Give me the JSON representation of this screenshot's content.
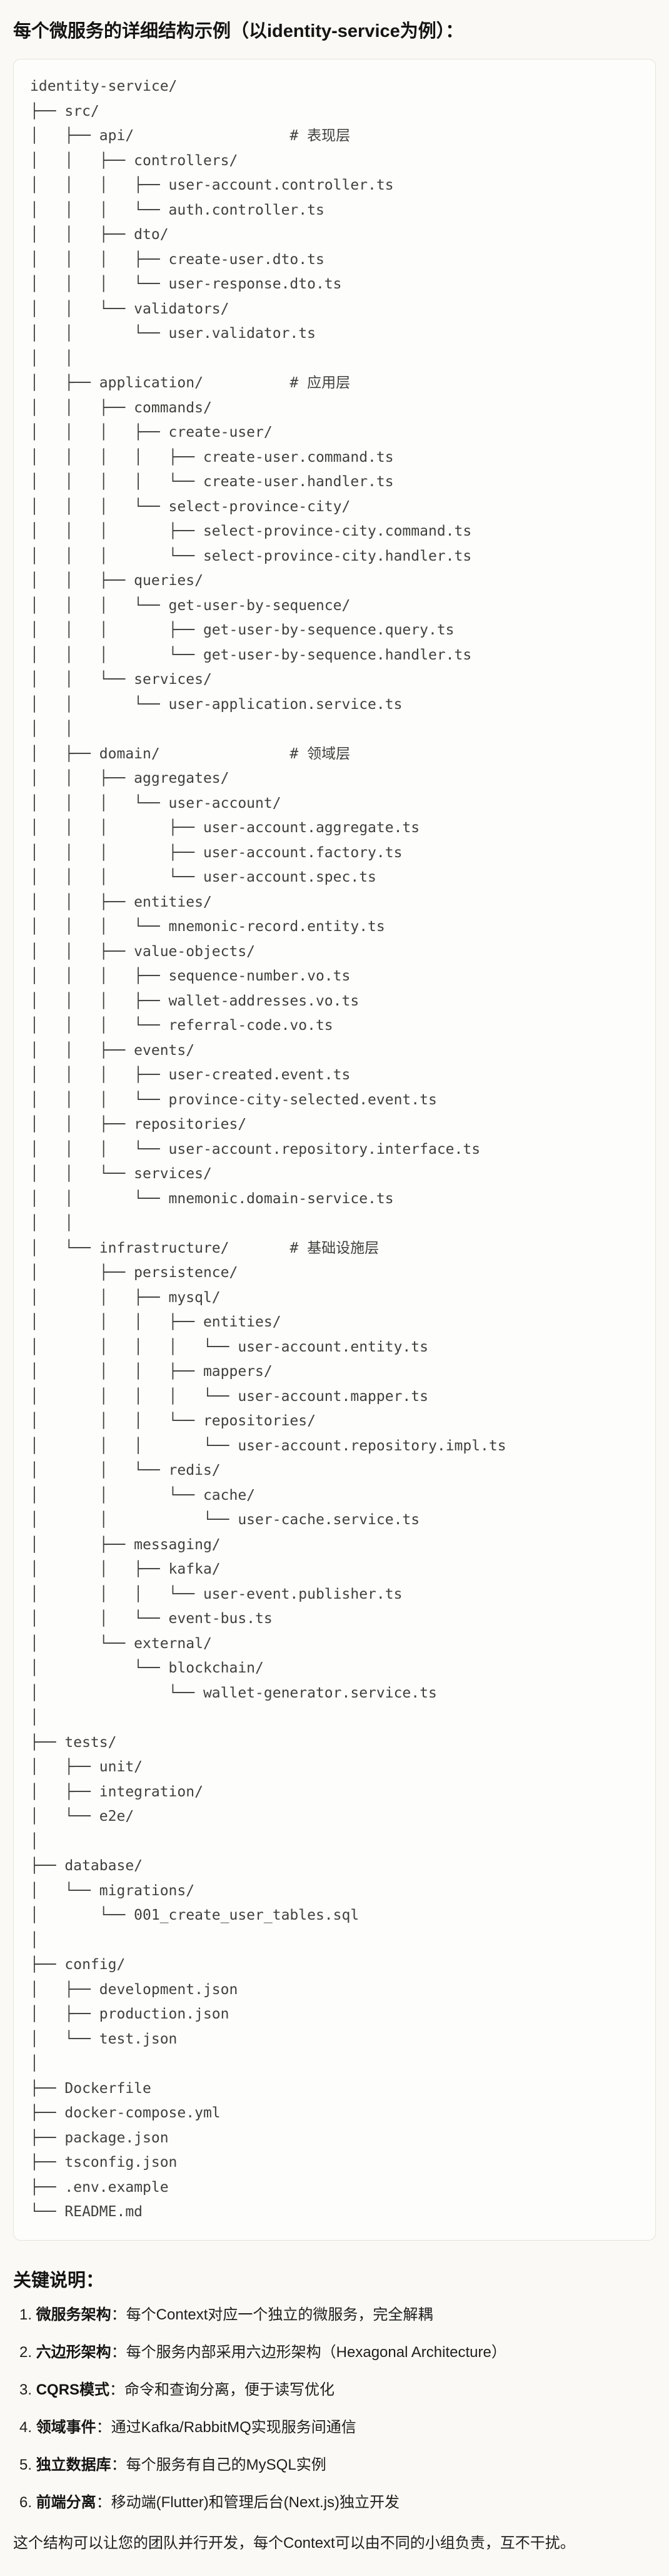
{
  "page": {
    "title": "每个微服务的详细结构示例（以identity-service为例）："
  },
  "colors": {
    "page_bg": "#FAF9F5",
    "code_bg": "#FDFDFB",
    "code_border": "#E6E3DB",
    "text": "#1F1E1D",
    "code_text": "#40403C"
  },
  "code_block": {
    "lines": [
      "identity-service/",
      "├── src/",
      "│   ├── api/                  # 表现层",
      "│   │   ├── controllers/",
      "│   │   │   ├── user-account.controller.ts",
      "│   │   │   └── auth.controller.ts",
      "│   │   ├── dto/",
      "│   │   │   ├── create-user.dto.ts",
      "│   │   │   └── user-response.dto.ts",
      "│   │   └── validators/",
      "│   │       └── user.validator.ts",
      "│   │",
      "│   ├── application/          # 应用层",
      "│   │   ├── commands/",
      "│   │   │   ├── create-user/",
      "│   │   │   │   ├── create-user.command.ts",
      "│   │   │   │   └── create-user.handler.ts",
      "│   │   │   └── select-province-city/",
      "│   │   │       ├── select-province-city.command.ts",
      "│   │   │       └── select-province-city.handler.ts",
      "│   │   ├── queries/",
      "│   │   │   └── get-user-by-sequence/",
      "│   │   │       ├── get-user-by-sequence.query.ts",
      "│   │   │       └── get-user-by-sequence.handler.ts",
      "│   │   └── services/",
      "│   │       └── user-application.service.ts",
      "│   │",
      "│   ├── domain/               # 领域层",
      "│   │   ├── aggregates/",
      "│   │   │   └── user-account/",
      "│   │   │       ├── user-account.aggregate.ts",
      "│   │   │       ├── user-account.factory.ts",
      "│   │   │       └── user-account.spec.ts",
      "│   │   ├── entities/",
      "│   │   │   └── mnemonic-record.entity.ts",
      "│   │   ├── value-objects/",
      "│   │   │   ├── sequence-number.vo.ts",
      "│   │   │   ├── wallet-addresses.vo.ts",
      "│   │   │   └── referral-code.vo.ts",
      "│   │   ├── events/",
      "│   │   │   ├── user-created.event.ts",
      "│   │   │   └── province-city-selected.event.ts",
      "│   │   ├── repositories/",
      "│   │   │   └── user-account.repository.interface.ts",
      "│   │   └── services/",
      "│   │       └── mnemonic.domain-service.ts",
      "│   │",
      "│   └── infrastructure/       # 基础设施层",
      "│       ├── persistence/",
      "│       │   ├── mysql/",
      "│       │   │   ├── entities/",
      "│       │   │   │   └── user-account.entity.ts",
      "│       │   │   ├── mappers/",
      "│       │   │   │   └── user-account.mapper.ts",
      "│       │   │   └── repositories/",
      "│       │   │       └── user-account.repository.impl.ts",
      "│       │   └── redis/",
      "│       │       └── cache/",
      "│       │           └── user-cache.service.ts",
      "│       ├── messaging/",
      "│       │   ├── kafka/",
      "│       │   │   └── user-event.publisher.ts",
      "│       │   └── event-bus.ts",
      "│       └── external/",
      "│           └── blockchain/",
      "│               └── wallet-generator.service.ts",
      "│",
      "├── tests/",
      "│   ├── unit/",
      "│   ├── integration/",
      "│   └── e2e/",
      "│",
      "├── database/",
      "│   └── migrations/",
      "│       └── 001_create_user_tables.sql",
      "│",
      "├── config/",
      "│   ├── development.json",
      "│   ├── production.json",
      "│   └── test.json",
      "│",
      "├── Dockerfile",
      "├── docker-compose.yml",
      "├── package.json",
      "├── tsconfig.json",
      "├── .env.example",
      "└── README.md"
    ]
  },
  "notes": {
    "heading": "关键说明：",
    "items": [
      {
        "num": "1.",
        "term": "微服务架构",
        "text": "：每个Context对应一个独立的微服务，完全解耦"
      },
      {
        "num": "2.",
        "term": "六边形架构",
        "text": "：每个服务内部采用六边形架构（Hexagonal Architecture）"
      },
      {
        "num": "3.",
        "term": "CQRS模式",
        "text": "：命令和查询分离，便于读写优化"
      },
      {
        "num": "4.",
        "term": "领域事件",
        "text": "：通过Kafka/RabbitMQ实现服务间通信"
      },
      {
        "num": "5.",
        "term": "独立数据库",
        "text": "：每个服务有自己的MySQL实例"
      },
      {
        "num": "6.",
        "term": "前端分离",
        "text": "：移动端(Flutter)和管理后台(Next.js)独立开发"
      }
    ],
    "closing": "这个结构可以让您的团队并行开发，每个Context可以由不同的小组负责，互不干扰。"
  }
}
